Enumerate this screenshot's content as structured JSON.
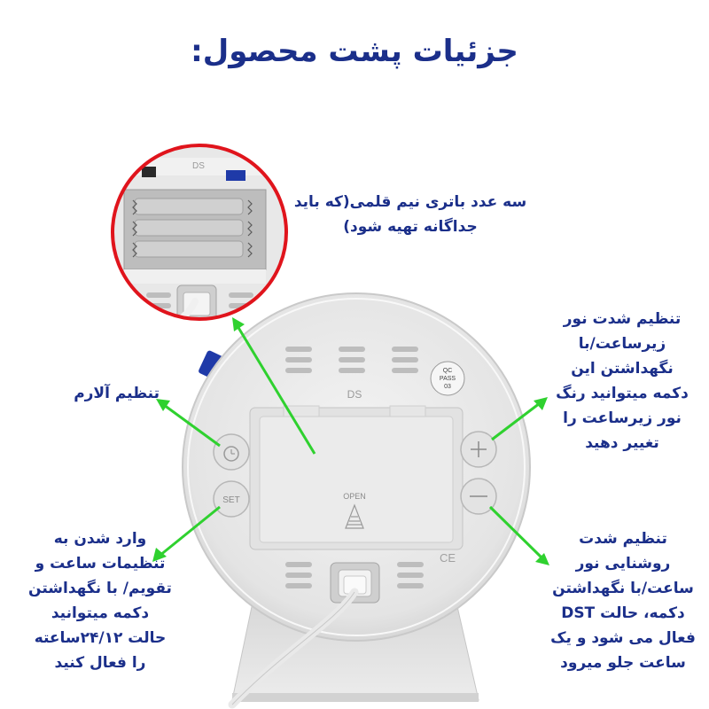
{
  "title": "جزئیات پشت محصول:",
  "annotations": {
    "battery": "سه عدد باتری نیم قلمی(که باید\nجداگانه تهیه شود)",
    "alarm": "تنظیم آلارم",
    "set": "وارد شدن به\nتنظیمات ساعت و\nتقویم/ با نگهداشتن\nدکمه میتوانید\nحالت ۲۴/۱۲ساعته\nرا فعال کنید",
    "plus": "تنظیم شدت نور\nزیرساعت/با\nنگهداشتن این\nدکمه میتوانید رنگ\nنور زیرساعت را\nتغییر دهید",
    "minus": "تنظیم شدت\nروشنایی نور\nساعت/با نگهداشتن\nدکمه، حالت DST\nفعال می شود و یک\nساعت جلو میرود"
  },
  "device_labels": {
    "ds": "DS",
    "qc_line1": "QC",
    "qc_line2": "PASS",
    "qc_line3": "03",
    "open": "OPEN",
    "ce": "CE",
    "set_button": "SET",
    "plus_symbol": "+",
    "minus_symbol": "−",
    "inset_ds": "DS"
  },
  "colors": {
    "title": "#1b2f8a",
    "arrow": "#2fd12f",
    "inset_border": "#e0141c",
    "device_body": "#ececec"
  }
}
